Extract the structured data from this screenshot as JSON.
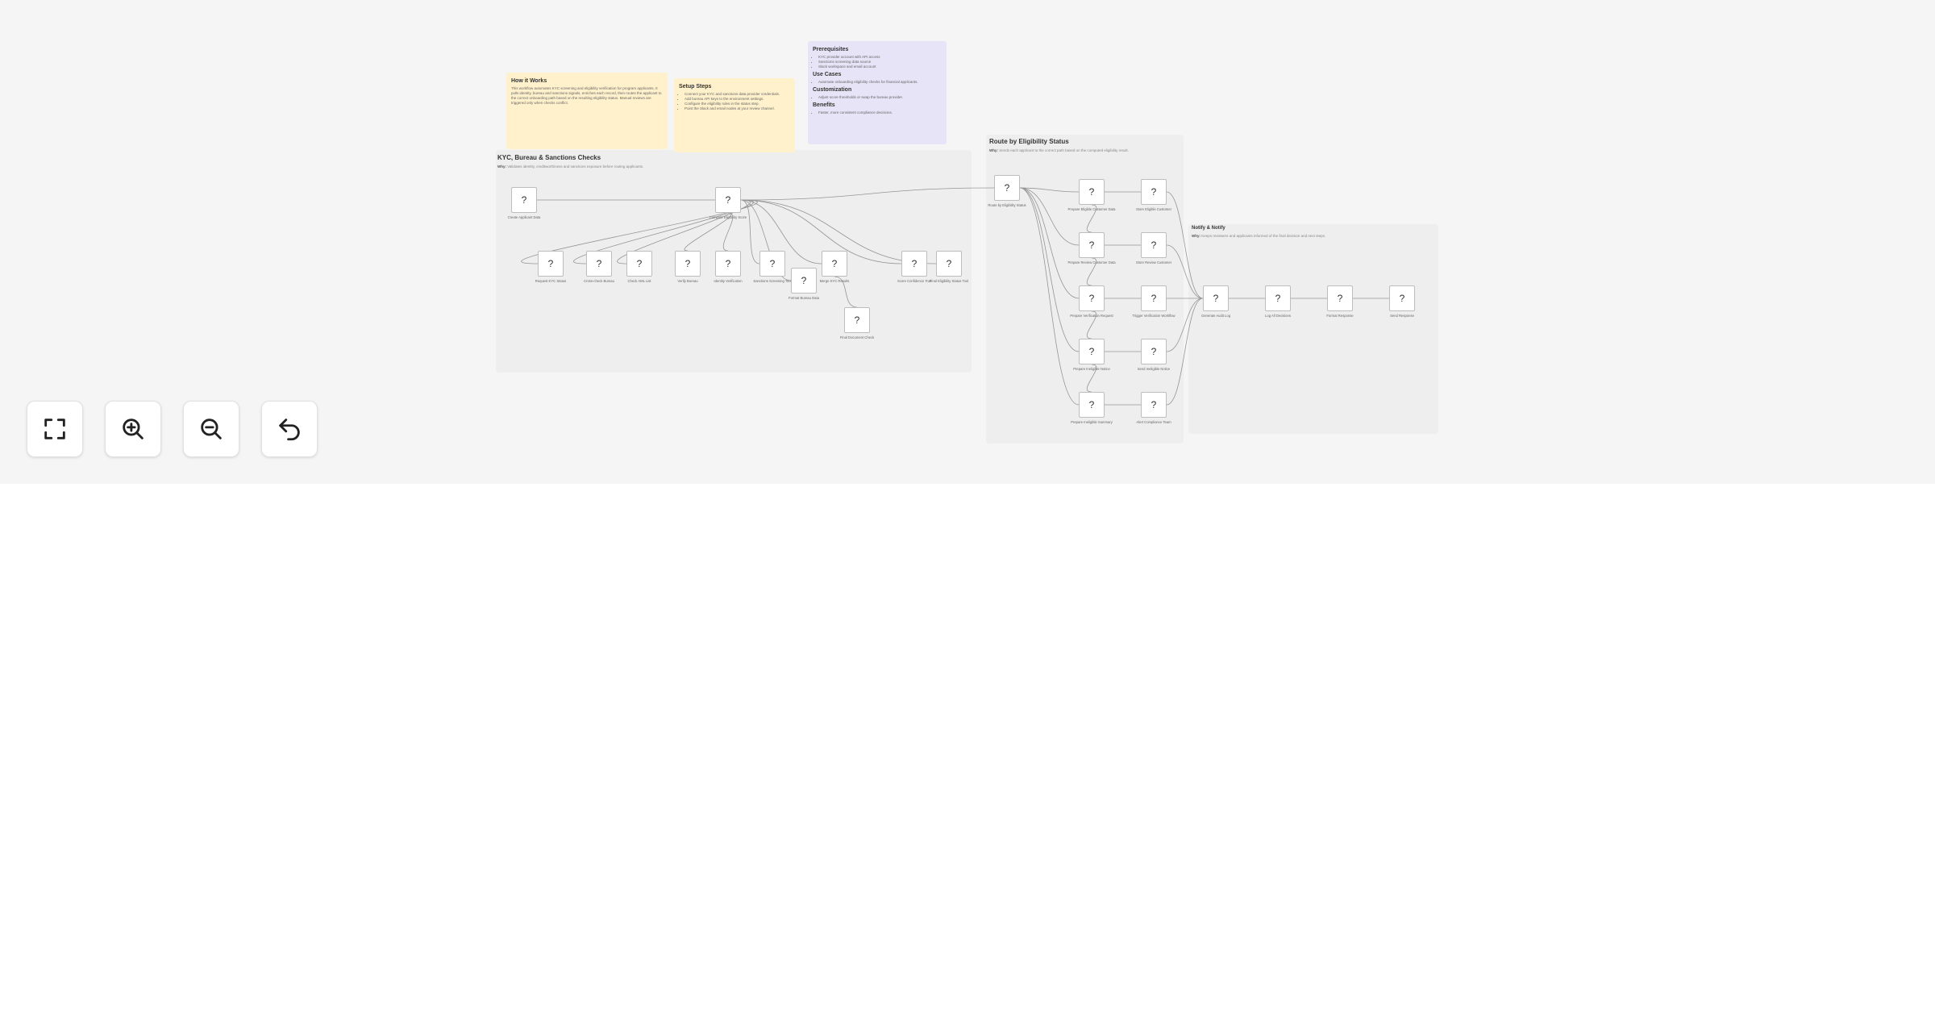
{
  "notes": {
    "how": {
      "title": "How it Works",
      "body": "This workflow automates KYC screening and eligibility verification for program applicants. It pulls identity, bureau and sanctions signals, enriches each record, then routes the applicant to the correct onboarding path based on the resulting eligibility status. Manual reviews are triggered only when checks conflict."
    },
    "setup": {
      "title": "Setup Steps",
      "items": [
        "Connect your KYC and sanctions data provider credentials.",
        "Add bureau API keys to the environment settings.",
        "Configure the eligibility rules in the status step.",
        "Point the Slack and email nodes at your review channel."
      ]
    },
    "prereq": {
      "title": "Prerequisites",
      "items": [
        "KYC provider account with API access",
        "Sanctions screening data source",
        "Slack workspace and email account"
      ]
    },
    "use_cases": {
      "title": "Use Cases",
      "items": [
        "Automate onboarding eligibility checks for financial applicants."
      ]
    },
    "customization": {
      "title": "Customization",
      "items": [
        "Adjust score thresholds or swap the bureau provider."
      ]
    },
    "benefits": {
      "title": "Benefits",
      "items": [
        "Faster, more consistent compliance decisions."
      ]
    }
  },
  "groups": {
    "kyc": {
      "title": "KYC, Bureau & Sanctions Checks",
      "why_label": "Why:",
      "why": "Validates identity, creditworthiness and sanctions exposure before routing applicants."
    },
    "route": {
      "title": "Route by Eligibility Status",
      "why_label": "Why:",
      "why": "Sends each applicant to the correct path based on the computed eligibility result."
    },
    "notify": {
      "title": "Notify & Notify",
      "why_label": "Why:",
      "why": "Keeps reviewers and applicants informed of the final decision and next steps."
    }
  },
  "node_glyph": "?",
  "nodes": [
    {
      "label": "Create Applicant Data"
    },
    {
      "label": "Compute Eligibility Score"
    },
    {
      "label": "Request KYC Status"
    },
    {
      "label": "Cross-check Bureau"
    },
    {
      "label": "Check AML List"
    },
    {
      "label": "Verify Bureau"
    },
    {
      "label": "Identity Verification"
    },
    {
      "label": "Sanctions Screening Tool"
    },
    {
      "label": "Format Bureau Data"
    },
    {
      "label": "Merge KYC Results"
    },
    {
      "label": "Final Document Check"
    },
    {
      "label": "Score Confidence Tool"
    },
    {
      "label": "Final Eligibility Status Tool"
    },
    {
      "label": "Route by Eligibility Status"
    },
    {
      "label": "Prepare Eligible Customer Data"
    },
    {
      "label": "Store Eligible Customer"
    },
    {
      "label": "Prepare Review Customer Data"
    },
    {
      "label": "Store Review Customer"
    },
    {
      "label": "Prepare Verification Request"
    },
    {
      "label": "Trigger Verification Workflow"
    },
    {
      "label": "Prepare Ineligible Notice"
    },
    {
      "label": "Send Ineligible Notice"
    },
    {
      "label": "Prepare Ineligible Summary"
    },
    {
      "label": "Alert Compliance Team"
    },
    {
      "label": "Generate Audit Log"
    },
    {
      "label": "Log All Decisions"
    },
    {
      "label": "Format Response"
    },
    {
      "label": "Send Response"
    }
  ],
  "controls": [
    {
      "name": "fit-view-button",
      "icon": "fit-view-icon"
    },
    {
      "name": "zoom-in-button",
      "icon": "zoom-in-icon"
    },
    {
      "name": "zoom-out-button",
      "icon": "zoom-out-icon"
    },
    {
      "name": "undo-button",
      "icon": "undo-icon"
    }
  ]
}
